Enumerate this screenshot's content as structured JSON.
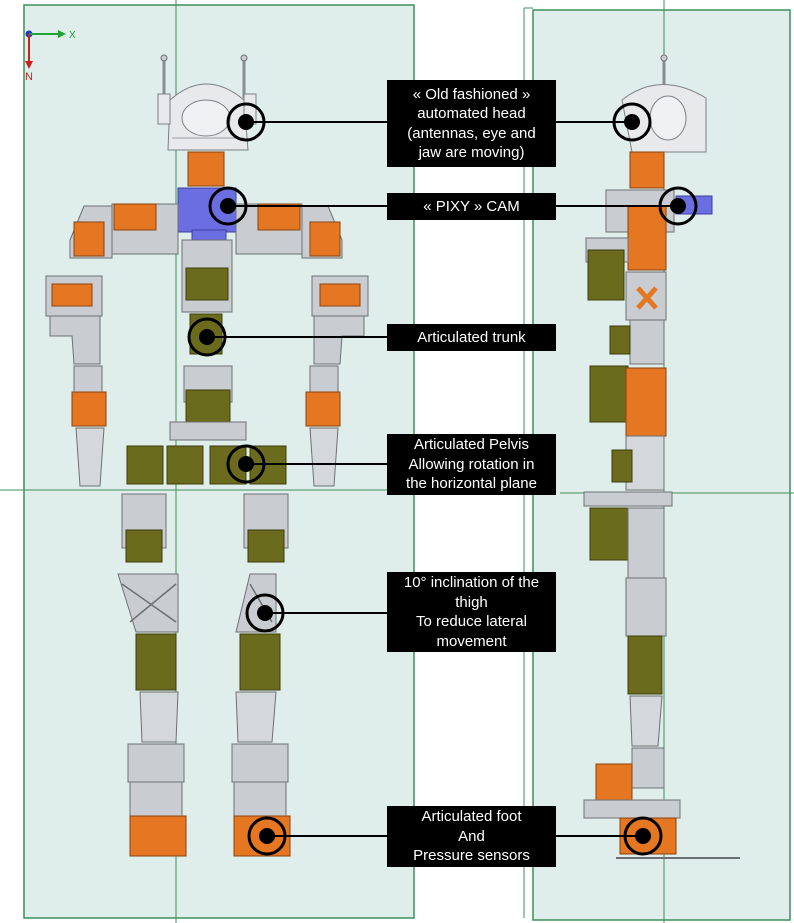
{
  "axis_triad": {
    "x_label": "X",
    "n_label": "N"
  },
  "colors": {
    "panel_fill": "#dfeeea",
    "panel_border": "#3f8f5c",
    "servo_olive": "#6b6b1e",
    "servo_orange": "#e57722",
    "frame_grey": "#c9ccd0",
    "camera_blue": "#6b6ee0",
    "head_white": "#e8e9ea",
    "marker_black": "#000000",
    "label_bg": "#000000",
    "label_text": "#ffffff"
  },
  "annotations": [
    {
      "id": "head",
      "lines": [
        "« Old fashioned »",
        "automated head",
        "(antennas, eye and",
        "jaw are moving)"
      ]
    },
    {
      "id": "cam",
      "lines": [
        "« PIXY » CAM"
      ]
    },
    {
      "id": "trunk",
      "lines": [
        "Articulated trunk"
      ]
    },
    {
      "id": "pelvis",
      "lines": [
        "Articulated Pelvis",
        "Allowing rotation in",
        "the horizontal plane"
      ]
    },
    {
      "id": "thigh",
      "lines": [
        "10° inclination of the",
        "thigh",
        "To reduce lateral",
        "movement"
      ]
    },
    {
      "id": "foot",
      "lines": [
        "Articulated foot",
        "And",
        "Pressure sensors"
      ]
    }
  ]
}
